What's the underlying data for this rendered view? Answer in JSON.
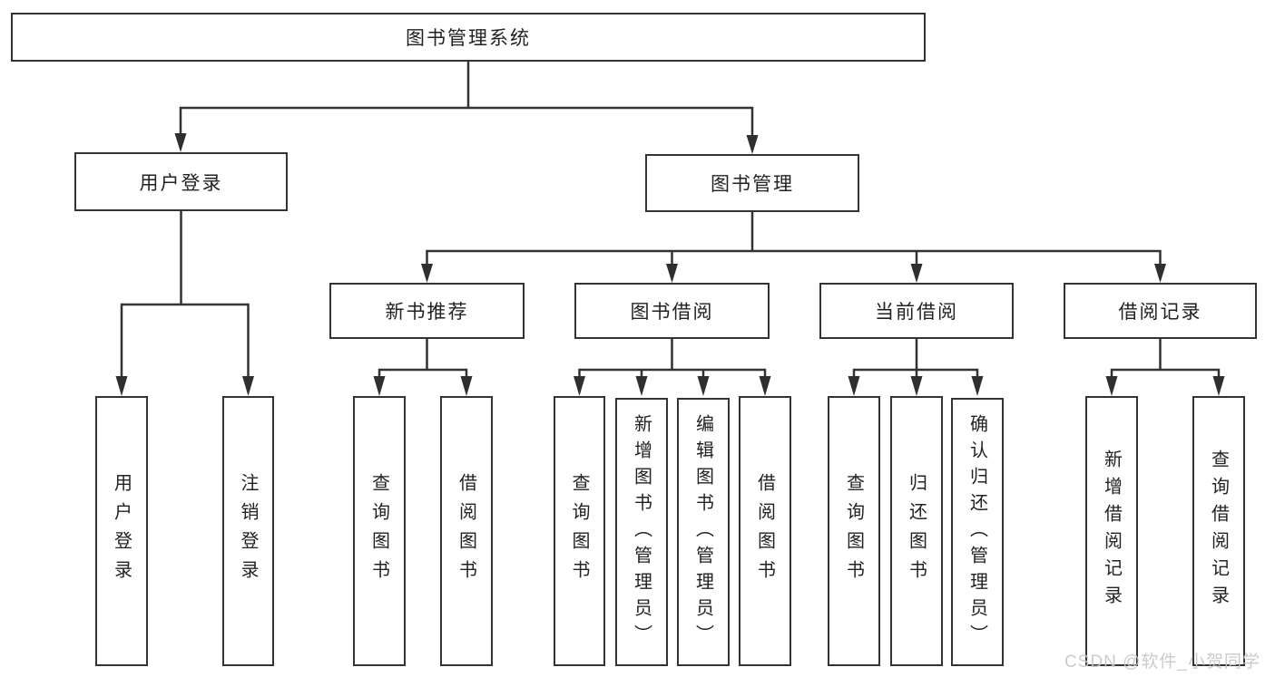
{
  "tree": {
    "label": "图书管理系统",
    "children": [
      {
        "label": "用户登录",
        "children": [
          {
            "label": "用户登录"
          },
          {
            "label": "注销登录"
          }
        ]
      },
      {
        "label": "图书管理",
        "children": [
          {
            "label": "新书推荐",
            "children": [
              {
                "label": "查询图书"
              },
              {
                "label": "借阅图书"
              }
            ]
          },
          {
            "label": "图书借阅",
            "children": [
              {
                "label": "查询图书"
              },
              {
                "label": "新增图书（管理员）"
              },
              {
                "label": "编辑图书（管理员）"
              },
              {
                "label": "借阅图书"
              }
            ]
          },
          {
            "label": "当前借阅",
            "children": [
              {
                "label": "查询图书"
              },
              {
                "label": "归还图书"
              },
              {
                "label": "确认归还（管理员）"
              }
            ]
          },
          {
            "label": "借阅记录",
            "children": [
              {
                "label": "新增借阅记录"
              },
              {
                "label": "查询借阅记录"
              }
            ]
          }
        ]
      }
    ]
  },
  "watermark": "CSDN @软件_小贺同学",
  "colors": {
    "line": "#333333",
    "text": "#222222",
    "watermark": "#c7c7c7",
    "background": "#ffffff"
  }
}
